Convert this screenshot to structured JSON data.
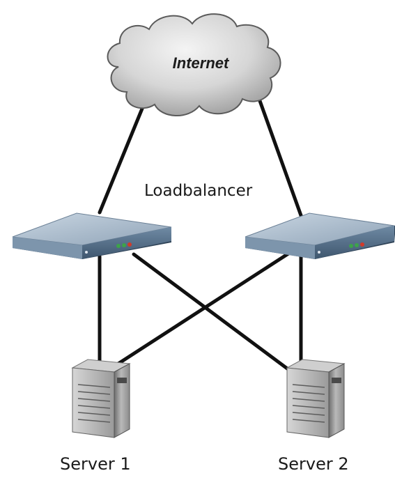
{
  "diagram": {
    "cloud": {
      "label": "Internet"
    },
    "loadbalancer_label": "Loadbalancer",
    "servers": [
      {
        "label": "Server 1"
      },
      {
        "label": "Server 2"
      }
    ]
  },
  "colors": {
    "cable": "#111111",
    "cloud_fill": "#d9d9d9",
    "device_top": "#a8b8c8",
    "device_front": "#4f6a85",
    "led_green": "#3da34a",
    "led_red": "#d23a2a",
    "server_body": "#8a8a8a"
  },
  "icons": [
    "cloud-icon",
    "loadbalancer-device-icon",
    "server-tower-icon"
  ]
}
